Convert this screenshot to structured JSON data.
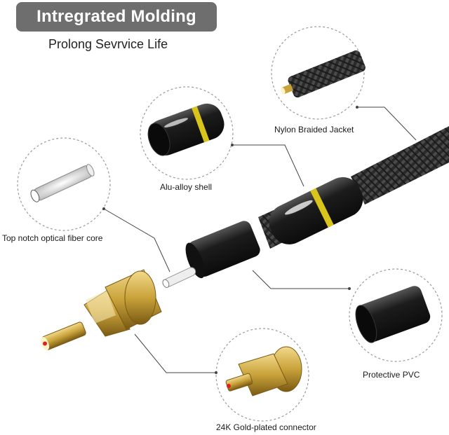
{
  "banner": {
    "title": "Intregrated Molding"
  },
  "subtitle": "Prolong Sevrvice Life",
  "callouts": {
    "nylon": "Nylon Braided Jacket",
    "shell": "Alu-alloy shell",
    "fiber": "Top notch optical fiber core",
    "pvc": "Protective PVC",
    "gold": "24K Gold-plated connector"
  },
  "colors": {
    "banner_bg": "#6e6e6e",
    "accent_yellow": "#d8c41a",
    "gold": "#c9a23a",
    "red_tip": "#e02020"
  }
}
